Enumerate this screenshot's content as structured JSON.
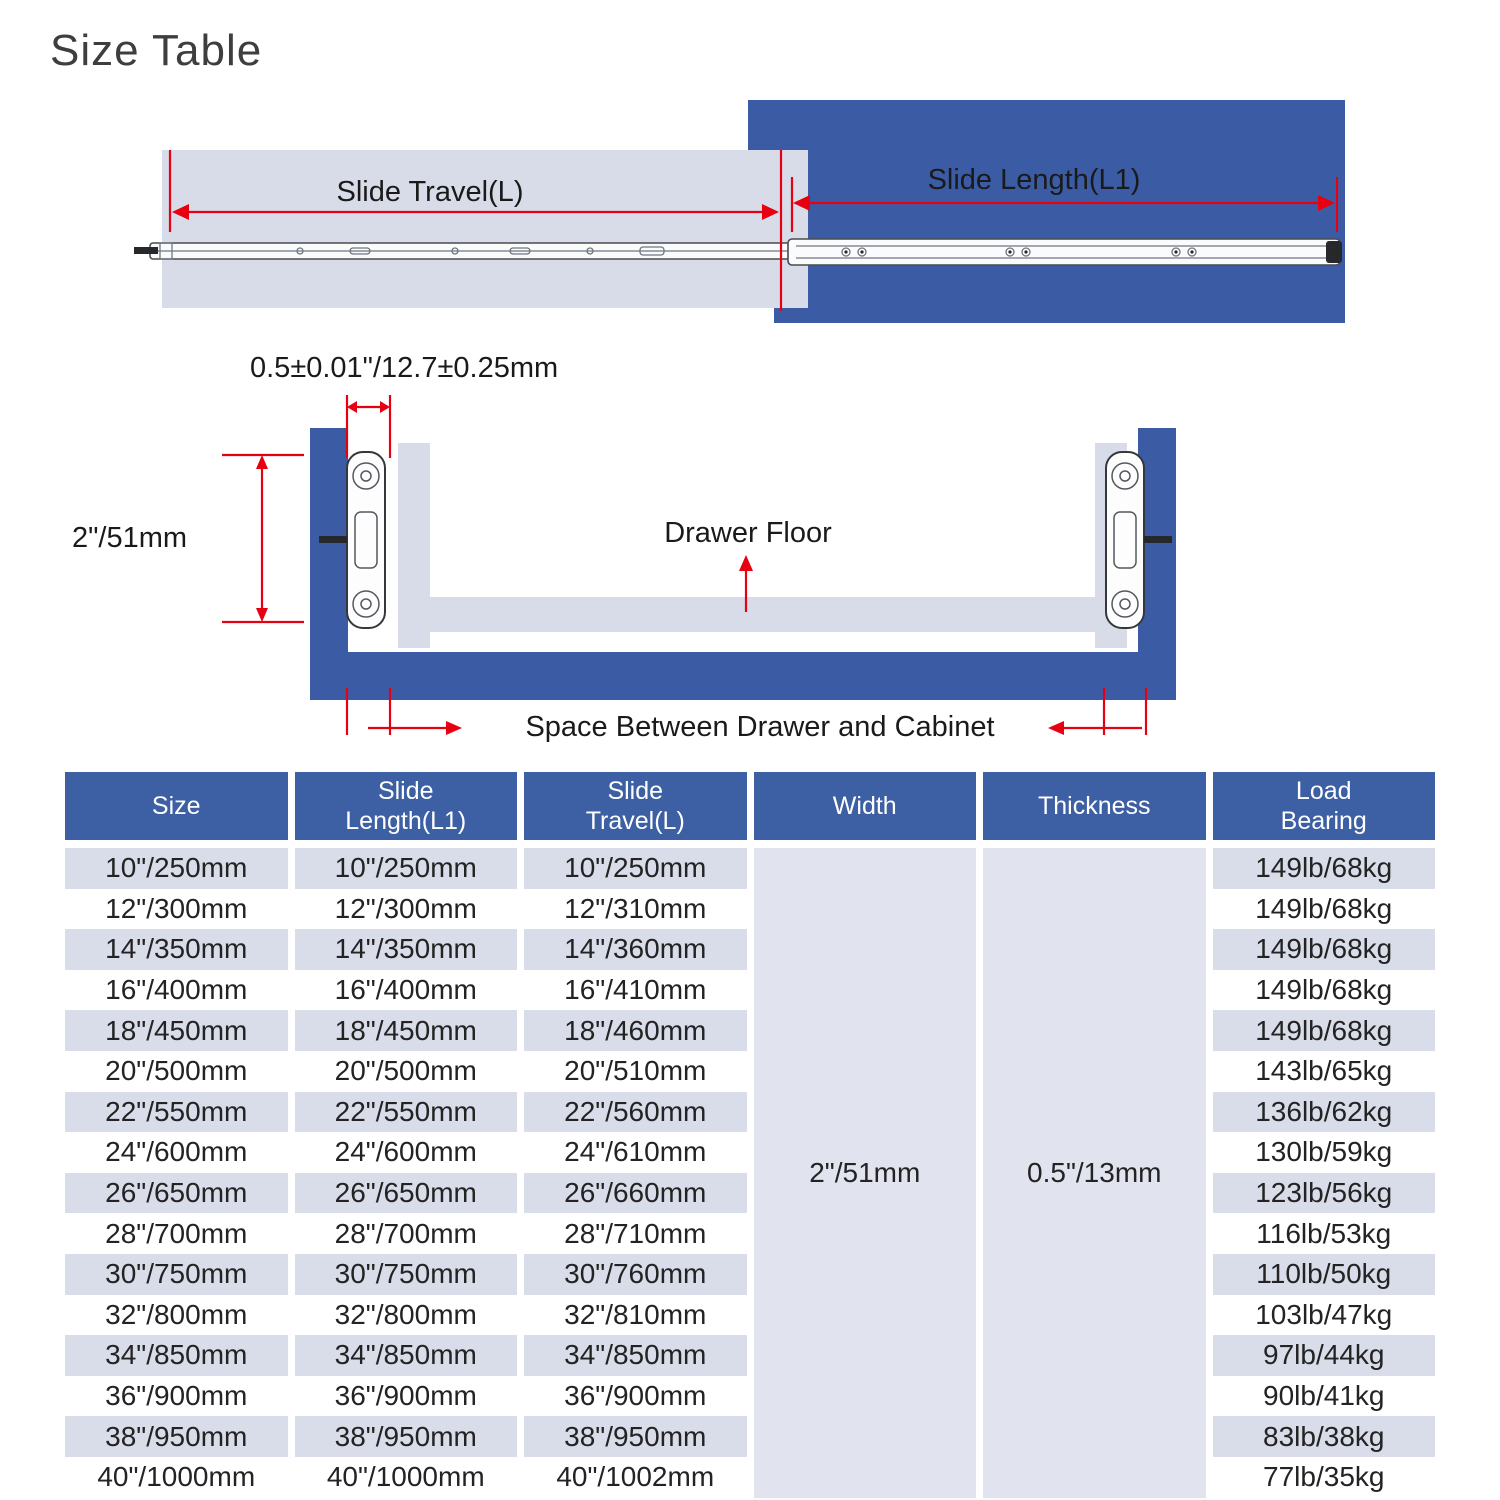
{
  "title": "Size Table",
  "colors": {
    "blue": "#3b5ca5",
    "gray": "#d8dce8",
    "header": "#3d5fa4",
    "stripe": "#d9dce9",
    "merged": "#e1e3ef",
    "red": "#e60012",
    "ink": "#1a1a1a"
  },
  "top_diagram": {
    "slide_travel_label": "Slide Travel(L)",
    "slide_length_label": "Slide Length(L1)"
  },
  "cross_diagram": {
    "top_dim": "0.5±0.01\"/12.7±0.25mm",
    "side_dim": "2\"/51mm",
    "drawer_floor_label": "Drawer Floor",
    "space_label": "Space Between Drawer and Cabinet"
  },
  "table": {
    "headers": [
      "Size",
      "Slide\nLength(L1)",
      "Slide\nTravel(L)",
      "Width",
      "Thickness",
      "Load\nBearing"
    ],
    "width_value": "2\"/51mm",
    "thickness_value": "0.5\"/13mm",
    "rows": [
      [
        "10\"/250mm",
        "10\"/250mm",
        "10\"/250mm",
        "149lb/68kg"
      ],
      [
        "12\"/300mm",
        "12\"/300mm",
        "12\"/310mm",
        "149lb/68kg"
      ],
      [
        "14\"/350mm",
        "14\"/350mm",
        "14\"/360mm",
        "149lb/68kg"
      ],
      [
        "16\"/400mm",
        "16\"/400mm",
        "16\"/410mm",
        "149lb/68kg"
      ],
      [
        "18\"/450mm",
        "18\"/450mm",
        "18\"/460mm",
        "149lb/68kg"
      ],
      [
        "20\"/500mm",
        "20\"/500mm",
        "20\"/510mm",
        "143lb/65kg"
      ],
      [
        "22\"/550mm",
        "22\"/550mm",
        "22\"/560mm",
        "136lb/62kg"
      ],
      [
        "24\"/600mm",
        "24\"/600mm",
        "24\"/610mm",
        "130lb/59kg"
      ],
      [
        "26\"/650mm",
        "26\"/650mm",
        "26\"/660mm",
        "123lb/56kg"
      ],
      [
        "28\"/700mm",
        "28\"/700mm",
        "28\"/710mm",
        "116lb/53kg"
      ],
      [
        "30\"/750mm",
        "30\"/750mm",
        "30\"/760mm",
        "110lb/50kg"
      ],
      [
        "32\"/800mm",
        "32\"/800mm",
        "32\"/810mm",
        "103lb/47kg"
      ],
      [
        "34\"/850mm",
        "34\"/850mm",
        "34\"/850mm",
        "97lb/44kg"
      ],
      [
        "36\"/900mm",
        "36\"/900mm",
        "36\"/900mm",
        "90lb/41kg"
      ],
      [
        "38\"/950mm",
        "38\"/950mm",
        "38\"/950mm",
        "83lb/38kg"
      ],
      [
        "40\"/1000mm",
        "40\"/1000mm",
        "40\"/1002mm",
        "77lb/35kg"
      ]
    ]
  }
}
